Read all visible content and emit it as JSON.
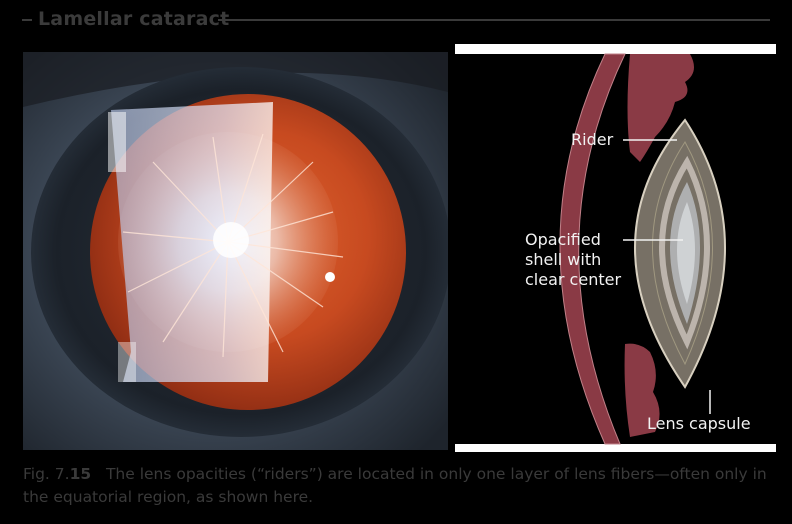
{
  "header": {
    "title": "Lamellar cataract"
  },
  "diagram": {
    "labels": {
      "rider": "Rider",
      "opacified": "Opacified\nshell with\nclear center",
      "capsule": "Lens capsule"
    }
  },
  "caption": {
    "fig_prefix": "Fig. 7.",
    "fig_num": "15",
    "text": "The lens opacities (“riders”) are located in only one layer of lens fibers—often only in the equatorial region, as shown here."
  },
  "colors": {
    "background": "#000000",
    "iris_tissue": "#8a3a45",
    "lens": "#7a7468",
    "fundus_red": "#c24a22",
    "opacity_white": "#eef2ff"
  }
}
